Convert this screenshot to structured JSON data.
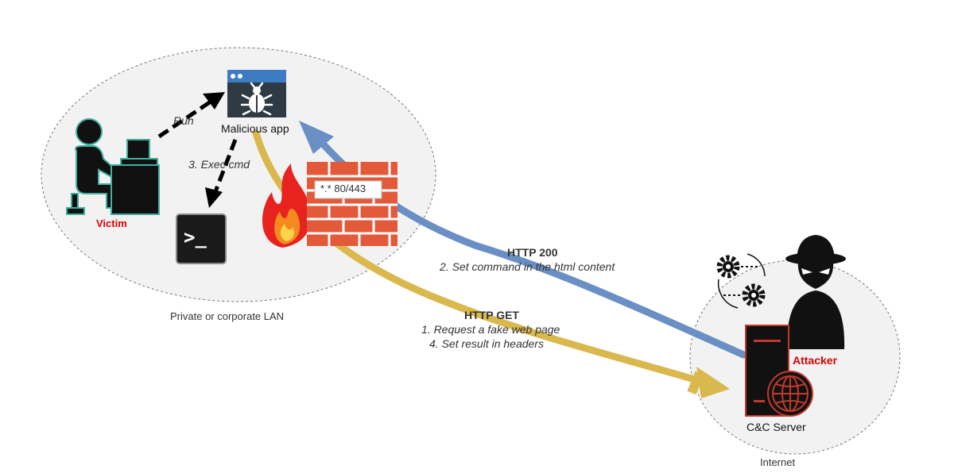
{
  "lan": {
    "label": "Private or corporate LAN",
    "victim_label": "Victim",
    "app_label": "Malicious app",
    "run_label": "Run",
    "exec_label": "3. Exec cmd",
    "firewall_rule": "*.* 80/443",
    "terminal_prompt": ">_"
  },
  "internet": {
    "label": "Internet",
    "attacker_label": "Attacker",
    "server_label": "C&C Server"
  },
  "response": {
    "title": "HTTP 200",
    "line1": "2. Set command in the html content"
  },
  "request": {
    "title": "HTTP GET",
    "line1": "1. Request a fake web page",
    "line2": "4. Set result in headers"
  },
  "colors": {
    "victim_red": "#e00000",
    "attacker_red": "#e00000",
    "blue_arrow": "#6a8fc4",
    "gold_arrow": "#d9b84e",
    "brick": "#e25a3a",
    "app_blue": "#3d7cc2",
    "app_dark": "#2e3a44",
    "teal_outline": "#3fb0a0",
    "server_red": "#c0392b"
  },
  "icons": [
    "victim-icon",
    "bug-icon",
    "terminal-icon",
    "fire-icon",
    "brick-wall-icon",
    "gear-icon",
    "hacker-icon",
    "server-icon",
    "globe-icon"
  ]
}
